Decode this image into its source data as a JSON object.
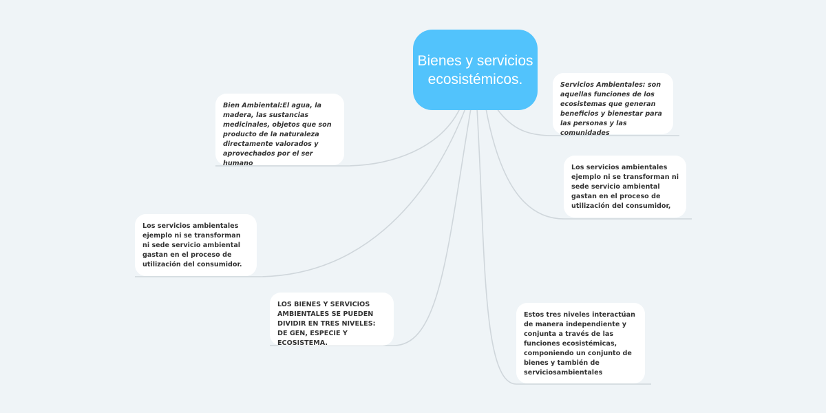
{
  "central": {
    "title": "Bienes y servicios ecosistémicos."
  },
  "nodes": [
    {
      "text": "Bien Ambiental:El agua, la madera, las sustancias medicinales, objetos que son producto de la naturaleza directamente valorados y aprovechados por el ser humano"
    },
    {
      "text": "Servicios Ambientales: son aquellas funciones de los ecosistemas que generan beneficios y bienestar para las personas y las comunidades"
    },
    {
      "text": "Los servicios ambientales ejemplo ni se transforman ni sede servicio ambiental gastan en el proceso de utilización del consumidor,"
    },
    {
      "text": "Los servicios ambientales ejemplo ni se transforman ni sede servicio ambiental gastan en el proceso de utilización del consumidor."
    },
    {
      "text": "LOS BIENES Y SERVICIOS AMBIENTALES SE PUEDEN DIVIDIR EN TRES NIVELES: DE GEN, ESPECIE Y ECOSISTEMA."
    },
    {
      "text": "Estos tres niveles interactúan de manera independiente y conjunta a través de las funciones ecosistémicas, componiendo un conjunto de bienes y también de serviciosambientales"
    }
  ],
  "colors": {
    "central": "#52c3fc",
    "background": "#eff4f7",
    "link": "#cfd6db"
  }
}
